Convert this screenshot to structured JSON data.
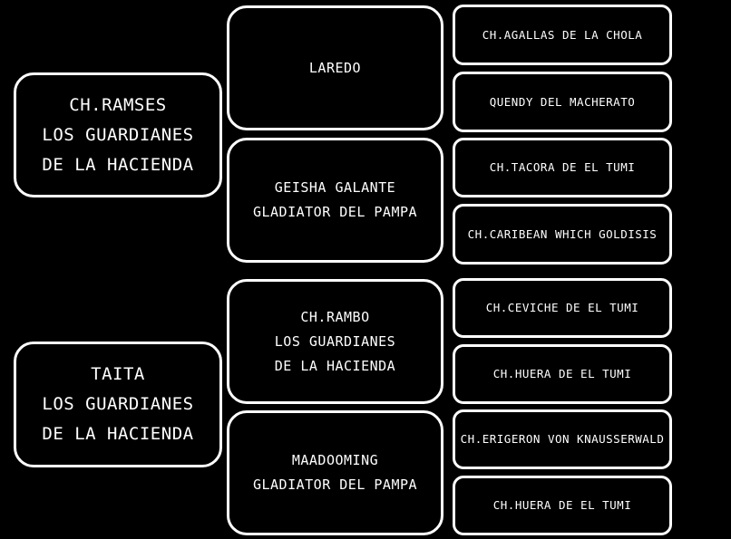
{
  "pedigree": {
    "generation1": [
      {
        "label": "CH.RAMSES\nLOS GUARDIANES\nDE LA HACIENDA"
      },
      {
        "label": "TAITA\nLOS GUARDIANES\nDE LA HACIENDA"
      }
    ],
    "generation2": [
      {
        "label": "LAREDO"
      },
      {
        "label": "GEISHA GALANTE\nGLADIATOR DEL PAMPA"
      },
      {
        "label": "CH.RAMBO\nLOS GUARDIANES\nDE LA HACIENDA"
      },
      {
        "label": "MAADOOMING\nGLADIATOR DEL PAMPA"
      }
    ],
    "generation3": [
      {
        "label": "CH.AGALLAS DE LA CHOLA"
      },
      {
        "label": "QUENDY DEL MACHERATO"
      },
      {
        "label": "CH.TACORA DE EL TUMI"
      },
      {
        "label": "CH.CARIBEAN WHICH GOLDISIS"
      },
      {
        "label": "CH.CEVICHE DE EL TUMI"
      },
      {
        "label": "CH.HUERA DE EL TUMI"
      },
      {
        "label": "CH.ERIGERON VON KNAUSSERWALD"
      },
      {
        "label": "CH.HUERA DE EL TUMI"
      }
    ]
  },
  "colors": {
    "background": "#000000",
    "border": "#ffffff",
    "text": "#ffffff"
  }
}
